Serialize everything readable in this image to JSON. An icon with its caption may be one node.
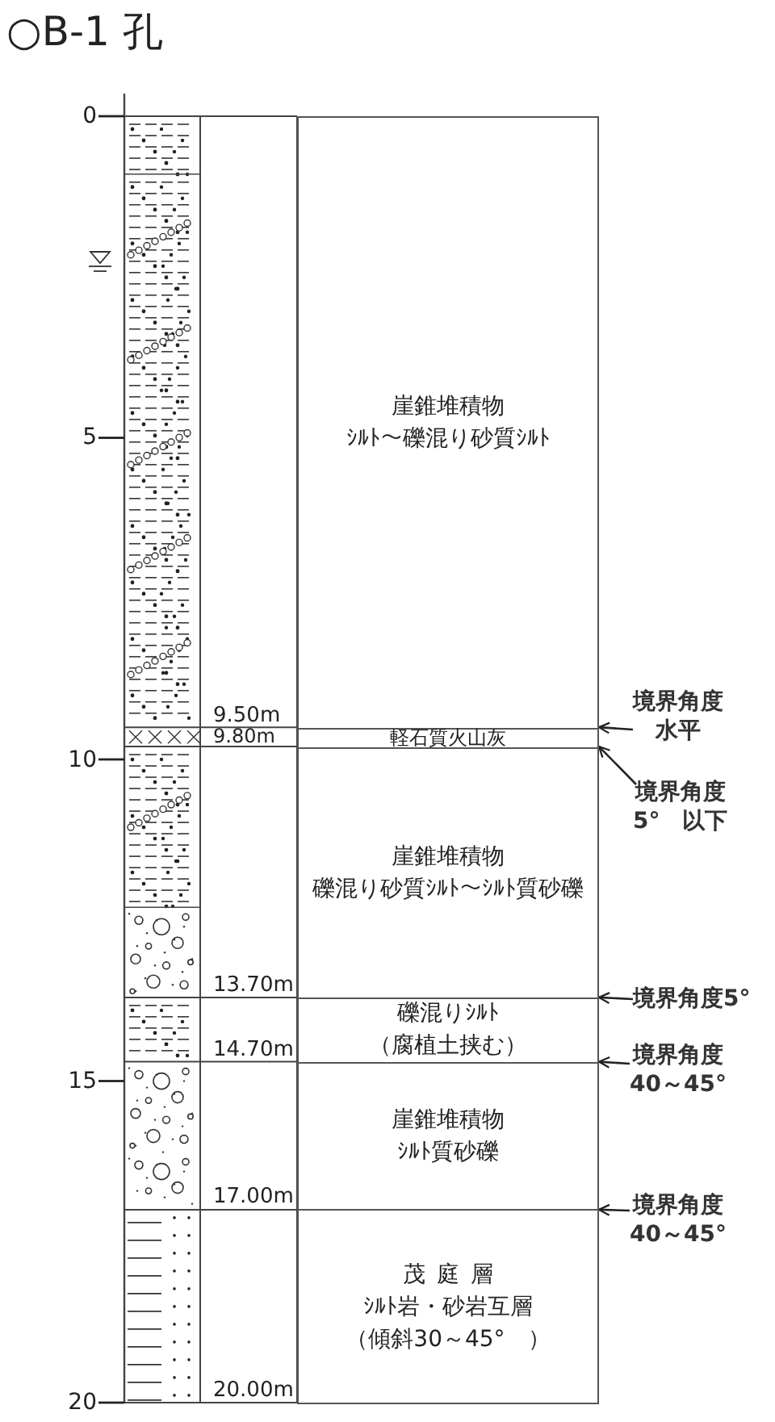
{
  "diagram": {
    "title": "○B-1 孔",
    "nodes": [
      {
        "text": [
          "崖錐堆積物",
          "ｼﾙﾄ～礫混り砂質ｼﾙﾄ"
        ]
      },
      {
        "text": [
          "軽石質火山灰"
        ]
      },
      {
        "text": [
          "崖錐堆積物",
          "礫混り砂質ｼﾙﾄ～ｼﾙﾄ質砂礫"
        ]
      },
      {
        "text": [
          "礫混りｼﾙﾄ",
          "（腐植土挟む）"
        ]
      },
      {
        "text": [
          "崖錐堆積物",
          "ｼﾙﾄ質砂礫"
        ]
      },
      {
        "text": [
          "茂庭層",
          "ｼﾙﾄ岩・砂岩互層",
          "（傾斜30～45°　）"
        ]
      },
      {
        "text": [
          "境界角度",
          "水平"
        ]
      },
      {
        "text": [
          "境界角度",
          "5°　以下"
        ]
      },
      {
        "text": [
          "境界角度5°"
        ]
      },
      {
        "text": [
          "境界角度",
          "40～45°"
        ]
      },
      {
        "text": [
          "境界角度",
          "40～45°"
        ]
      }
    ],
    "edges": [
      {
        "from": 6,
        "to": 1,
        "arrow": "to"
      },
      {
        "from": 7,
        "to": 2,
        "arrow": "to"
      },
      {
        "from": 8,
        "to": 3,
        "arrow": "to"
      },
      {
        "from": 9,
        "to": 4,
        "arrow": "to"
      },
      {
        "from": 10,
        "to": 5,
        "arrow": "to"
      }
    ],
    "labels": [
      "0",
      "5",
      "9.50m",
      "9.80m",
      "10",
      "13.70m",
      "14.70m",
      "15",
      "17.00m",
      "20",
      "20.00m"
    ]
  }
}
